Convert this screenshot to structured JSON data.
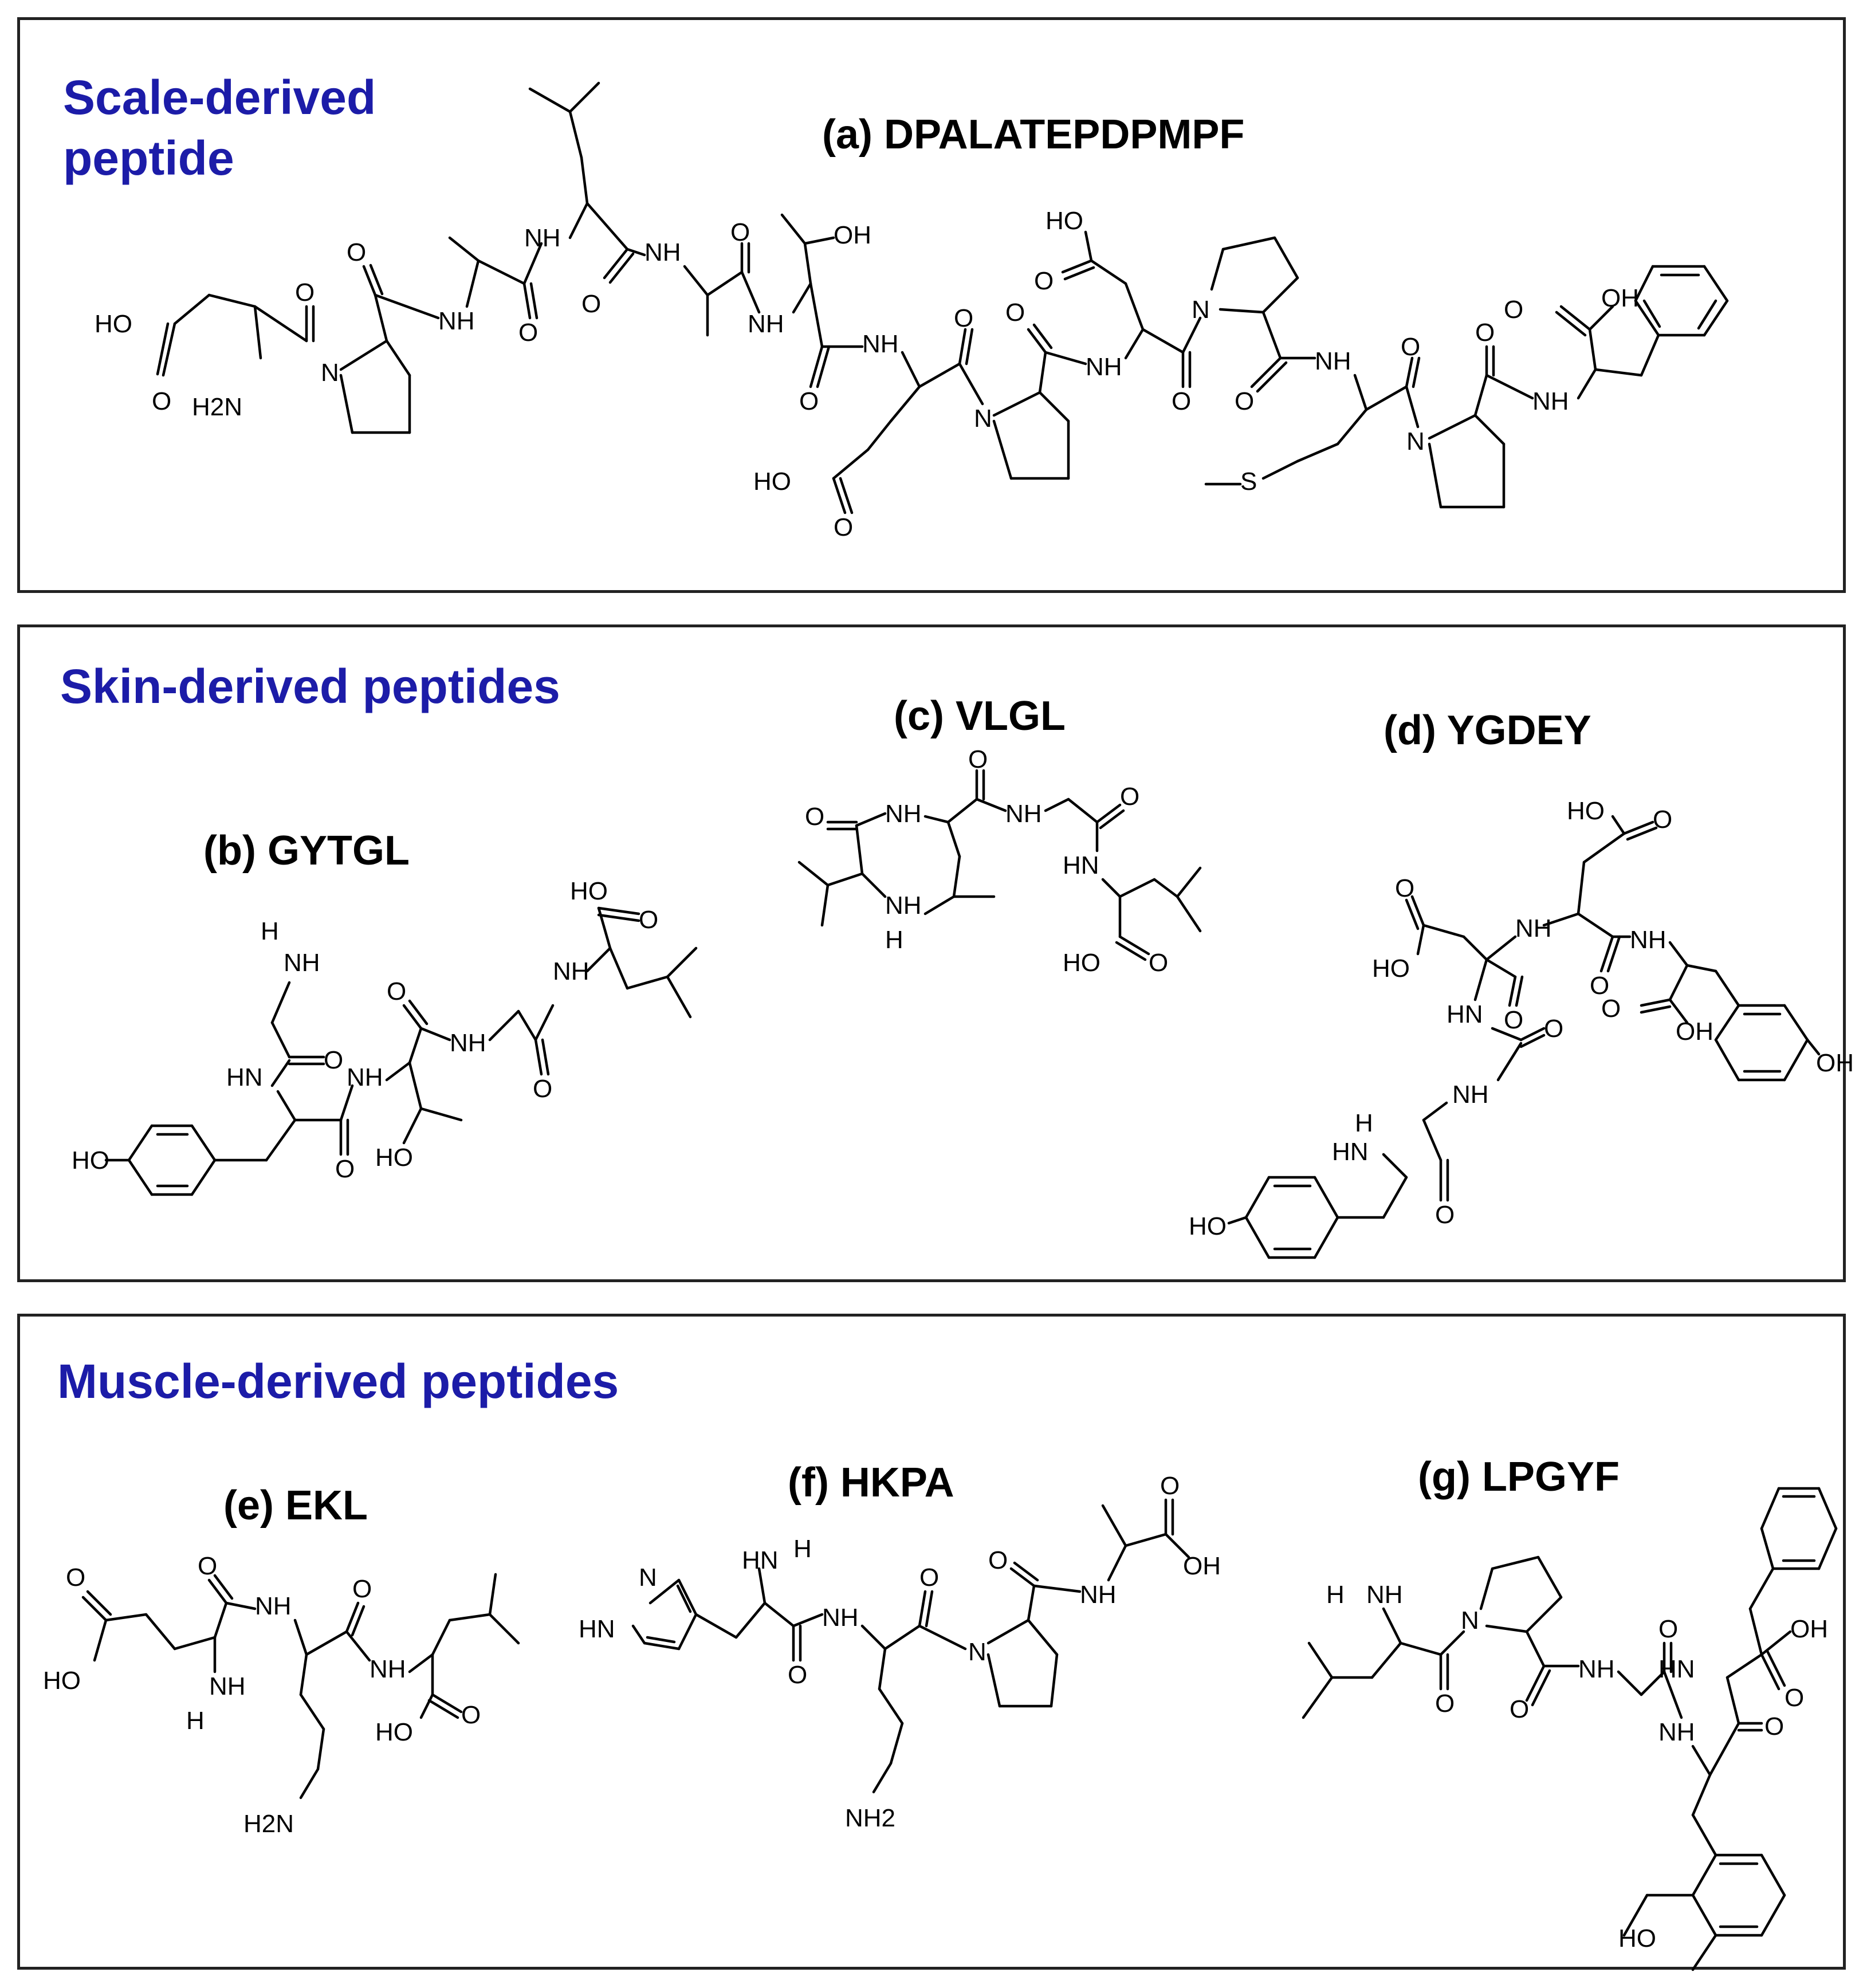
{
  "panels": [
    {
      "title": "Scale-derived\npeptide",
      "accent_color": "#1c1ca8",
      "peptides": [
        {
          "label": "(a) DPALATEPDPMPF",
          "sequence": "DPALATEPDPMPF"
        }
      ]
    },
    {
      "title": "Skin-derived peptides",
      "accent_color": "#1c1ca8",
      "peptides": [
        {
          "label": "(b) GYTGL",
          "sequence": "GYTGL"
        },
        {
          "label": "(c) VLGL",
          "sequence": "VLGL"
        },
        {
          "label": "(d) YGDEY",
          "sequence": "YGDEY"
        }
      ]
    },
    {
      "title": "Muscle-derived peptides",
      "accent_color": "#1c1ca8",
      "peptides": [
        {
          "label": "(e) EKL",
          "sequence": "EKL"
        },
        {
          "label": "(f) HKPA",
          "sequence": "HKPA"
        },
        {
          "label": "(g) LPGYF",
          "sequence": "LPGYF"
        }
      ]
    }
  ],
  "atoms": {
    "OH": "OH",
    "HO": "HO",
    "O": "O",
    "NH": "NH",
    "HN": "HN",
    "N": "N",
    "H": "H",
    "S": "S",
    "H2N": "H2N",
    "NH2": "NH2"
  }
}
